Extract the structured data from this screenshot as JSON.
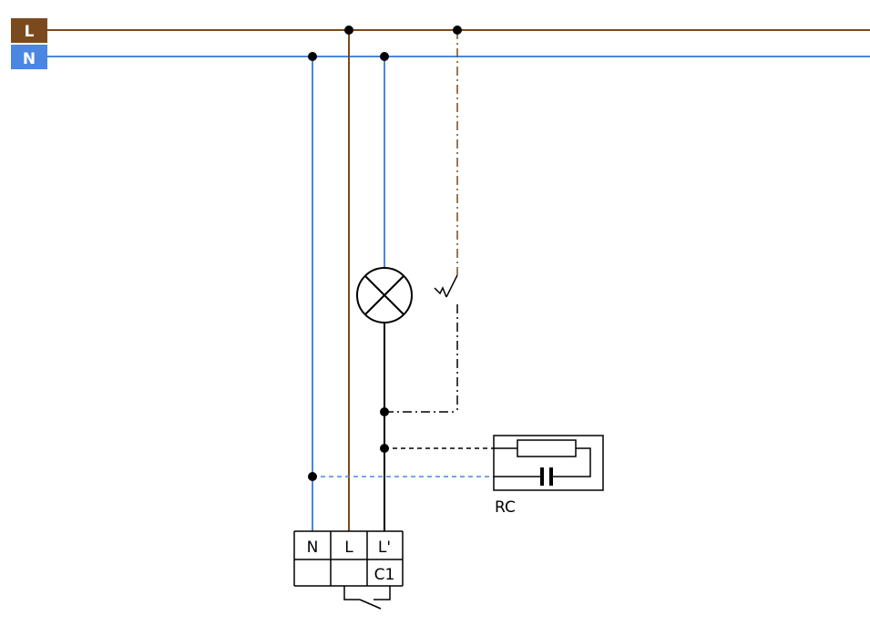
{
  "rails": {
    "live_label": "L",
    "neutral_label": "N"
  },
  "rc": {
    "label": "RC"
  },
  "terminals": {
    "n": "N",
    "l": "L",
    "l_prime": "L'",
    "c1": "C1"
  },
  "colors": {
    "live": "#7a4a1e",
    "neutral": "#4b86e0",
    "wire": "#000000",
    "background": "#ffffff"
  }
}
